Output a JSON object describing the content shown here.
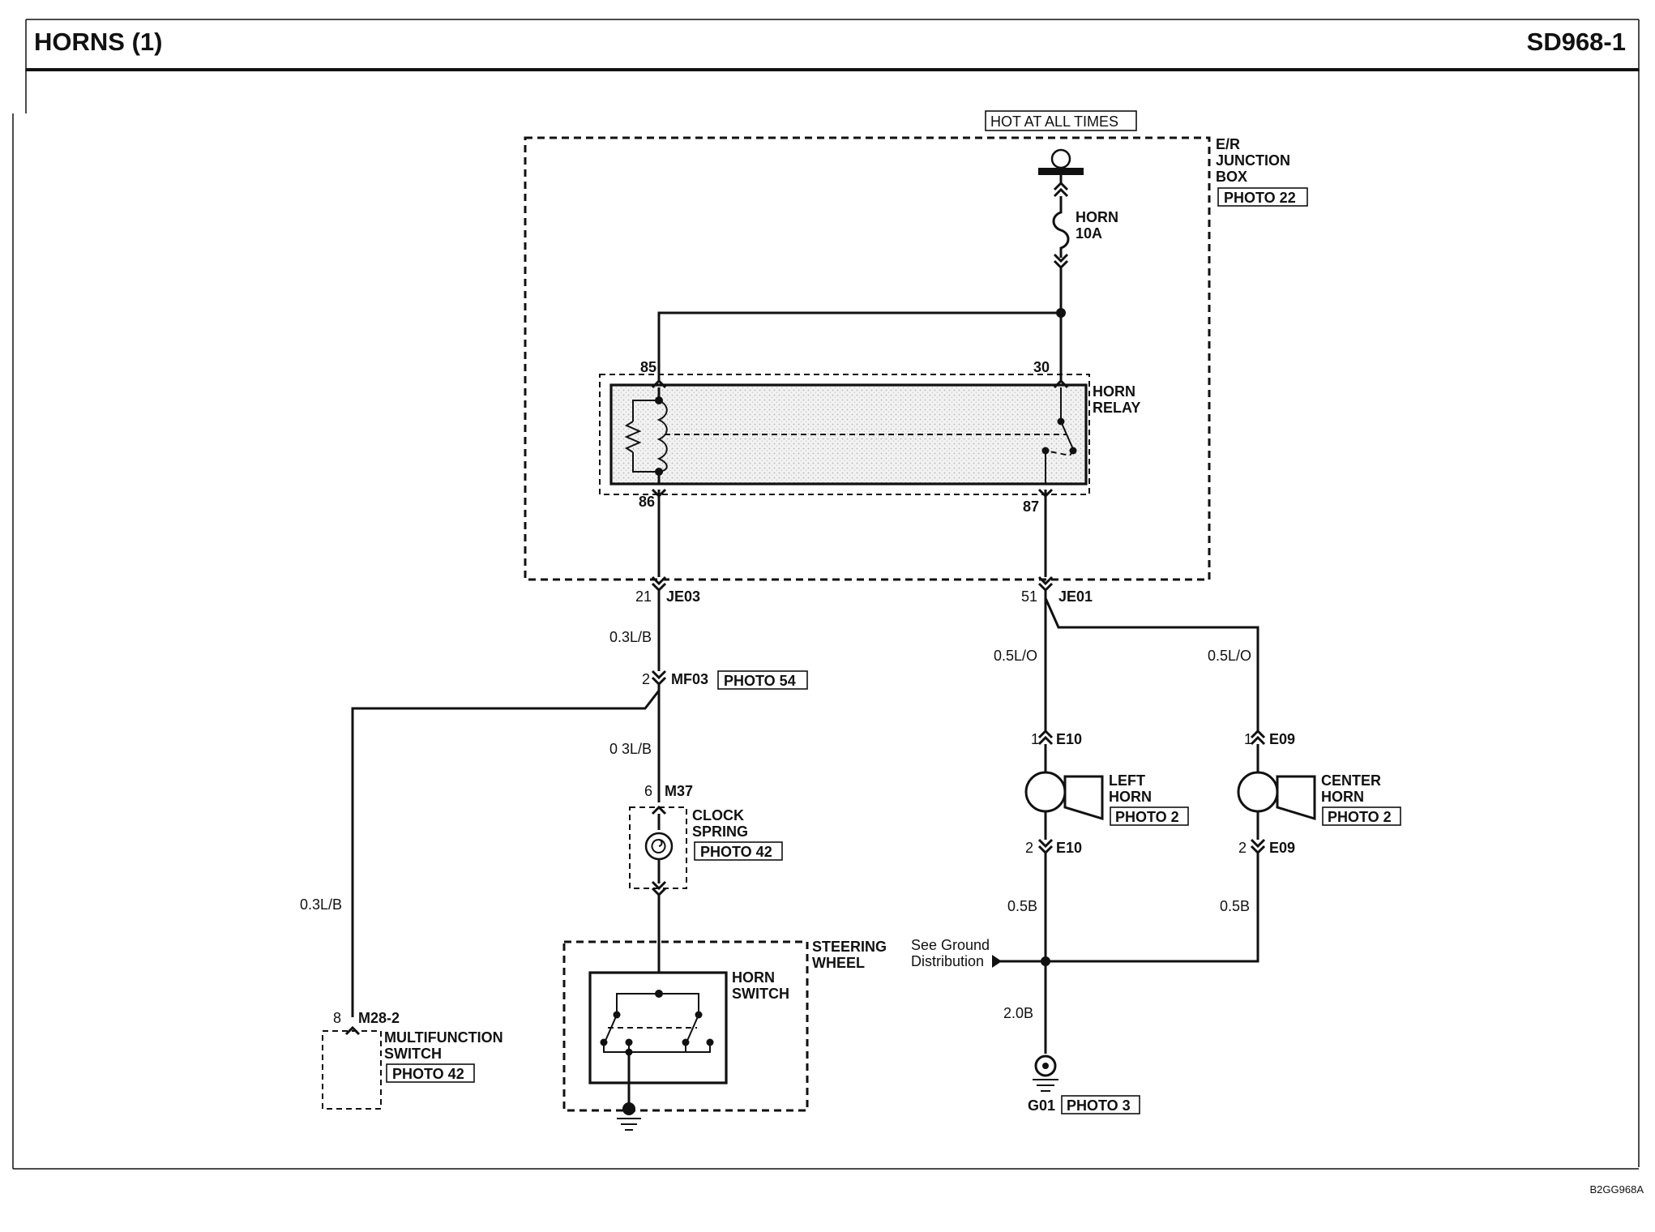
{
  "header": {
    "title": "HORNS (1)",
    "code": "SD968-1"
  },
  "footer": {
    "code": "B2GG968A"
  },
  "power": {
    "label": "HOT AT ALL TIMES"
  },
  "junction_box": {
    "line1": "E/R",
    "line2": "JUNCTION",
    "line3": "BOX",
    "photo": "PHOTO 22"
  },
  "fuse": {
    "name": "HORN",
    "rating": "10A"
  },
  "relay": {
    "line1": "HORN",
    "line2": "RELAY",
    "pin85": "85",
    "pin30": "30",
    "pin86": "86",
    "pin87": "87"
  },
  "connectors": {
    "je03_pin": "21",
    "je03": "JE03",
    "je01_pin": "51",
    "je01": "JE01",
    "mf03_pin": "2",
    "mf03": "MF03",
    "mf03_photo": "PHOTO 54",
    "m37_pin": "6",
    "m37": "M37",
    "m28_pin": "8",
    "m28": "M28-2",
    "e10_top_pin": "1",
    "e10_top": "E10",
    "e10_bot_pin": "2",
    "e10_bot": "E10",
    "e09_top_pin": "1",
    "e09_top": "E09",
    "e09_bot_pin": "2",
    "e09_bot": "E09"
  },
  "wires": {
    "je03_mf03": "0.3L/B",
    "mf03_m37": "0 3L/B",
    "mf03_m28": "0.3L/B",
    "je01_left": "0.5L/O",
    "je01_center": "0.5L/O",
    "left_ground": "0.5B",
    "center_ground": "0.5B",
    "ground_main": "2.0B"
  },
  "clock_spring": {
    "line1": "CLOCK",
    "line2": "SPRING",
    "photo": "PHOTO 42"
  },
  "steering_wheel": {
    "line1": "STEERING",
    "line2": "WHEEL"
  },
  "horn_switch": {
    "line1": "HORN",
    "line2": "SWITCH"
  },
  "multifunction_switch": {
    "line1": "MULTIFUNCTION",
    "line2": "SWITCH",
    "photo": "PHOTO 42"
  },
  "left_horn": {
    "line1": "LEFT",
    "line2": "HORN",
    "photo": "PHOTO 2"
  },
  "center_horn": {
    "line1": "CENTER",
    "line2": "HORN",
    "photo": "PHOTO 2"
  },
  "ground_ref": {
    "line1": "See Ground",
    "line2": "Distribution"
  },
  "ground": {
    "name": "G01",
    "photo": "PHOTO 3"
  }
}
